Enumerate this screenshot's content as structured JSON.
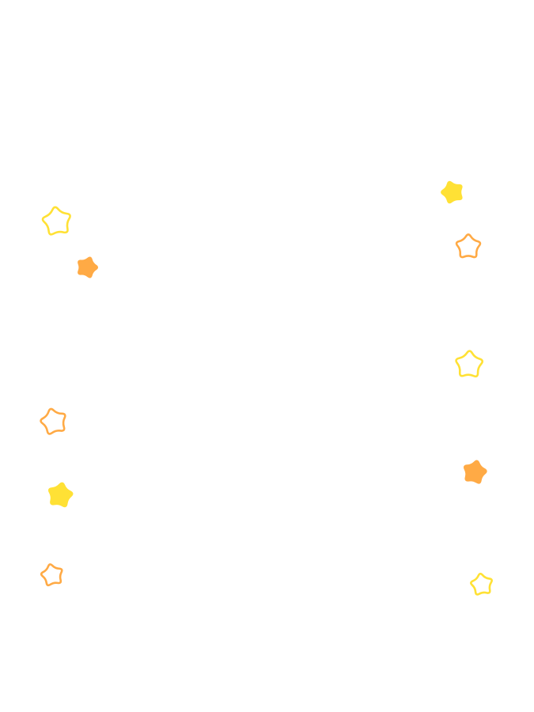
{
  "colors": {
    "yellow": "#FFE135",
    "orange": "#FFAA45",
    "background": "#FFFFFF"
  },
  "stars": [
    {
      "id": "left-1",
      "style": "outline",
      "color": "yellow"
    },
    {
      "id": "left-2",
      "style": "filled",
      "color": "orange"
    },
    {
      "id": "left-3",
      "style": "outline",
      "color": "orange"
    },
    {
      "id": "left-4",
      "style": "filled",
      "color": "yellow"
    },
    {
      "id": "left-5",
      "style": "outline",
      "color": "orange"
    },
    {
      "id": "right-1",
      "style": "filled",
      "color": "yellow"
    },
    {
      "id": "right-2",
      "style": "outline",
      "color": "orange"
    },
    {
      "id": "right-3",
      "style": "outline",
      "color": "yellow"
    },
    {
      "id": "right-4",
      "style": "filled",
      "color": "orange"
    },
    {
      "id": "right-5",
      "style": "outline",
      "color": "yellow"
    }
  ]
}
